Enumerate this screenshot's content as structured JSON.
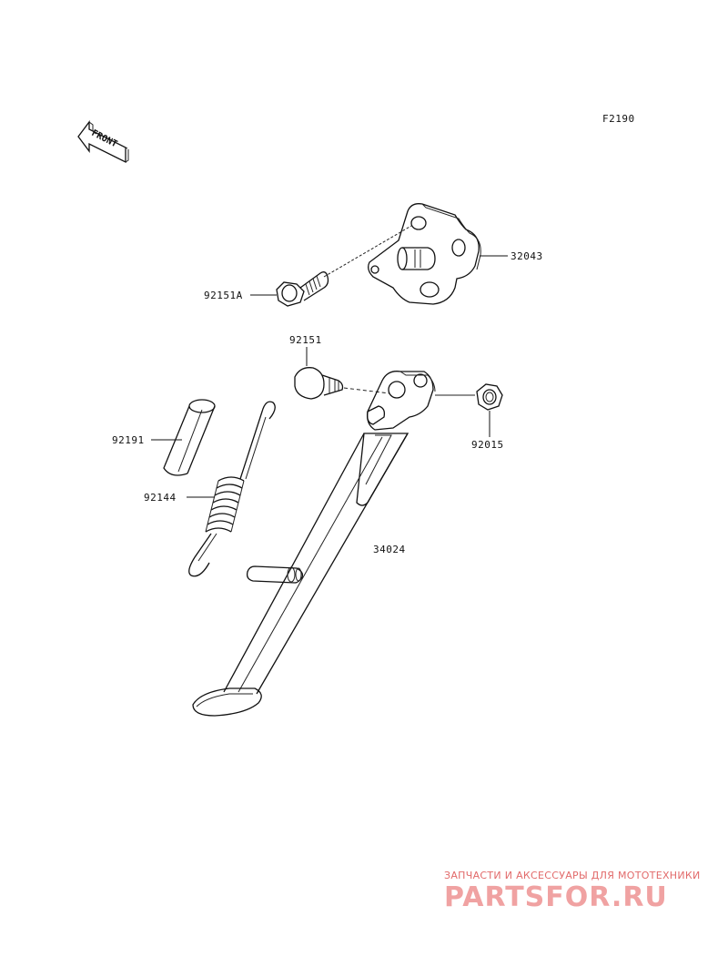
{
  "diagram_code": "F2190",
  "front_arrow_label": "FRONT",
  "parts": {
    "bracket": "32043",
    "bracket_bolt": "92151A",
    "pivot_bolt": "92151",
    "nut": "92015",
    "collar": "92191",
    "spring": "92144",
    "side_stand": "34024"
  },
  "watermark": {
    "tagline": "ЗАПЧАСТИ И АКСЕССУАРЫ ДЛЯ МОТОТЕХНИКИ",
    "logo_text": "PARTSFOR.RU"
  }
}
